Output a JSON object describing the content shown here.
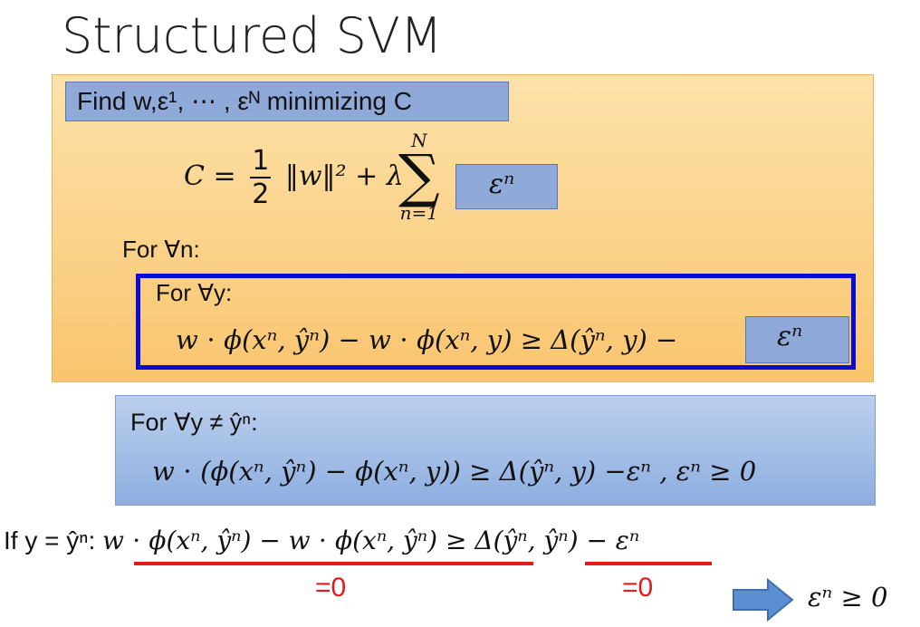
{
  "title": "Structured SVM",
  "find_box": {
    "text": "Find w,ε¹, ⋯ , εᴺ minimizing C"
  },
  "objective": {
    "lhs": "C =",
    "frac_num": "1",
    "frac_den": "2",
    "middle": "‖w‖² + λ",
    "sum_top": "N",
    "sum_symbol": "∑",
    "sum_bottom": "n=1",
    "eps_term": "εⁿ"
  },
  "for_all_n": "For ∀n:",
  "constraint_box": {
    "for_all_y": "For ∀y:",
    "inequality": "w ⋅ ϕ(xⁿ, ŷⁿ) − w ⋅ ϕ(xⁿ, y) ≥ Δ(ŷⁿ, y) −",
    "eps_term": "εⁿ"
  },
  "rewritten": {
    "for_all": "For ∀y ≠ ŷⁿ:",
    "inequality": "w ⋅ (ϕ(xⁿ, ŷⁿ) − ϕ(xⁿ, y)) ≥ Δ(ŷⁿ, y) −εⁿ ,  εⁿ ≥ 0"
  },
  "case_line": {
    "prefix": "If y = ŷⁿ:",
    "part1": "w ⋅ ϕ(xⁿ, ŷⁿ) − w ⋅ ϕ(xⁿ, ŷⁿ)",
    "geq": " ≥ ",
    "part2": "Δ(ŷⁿ, ŷⁿ)",
    "suffix": " − εⁿ"
  },
  "annotations": {
    "zero_left": "=0",
    "zero_right": "=0"
  },
  "result": "εⁿ ≥ 0",
  "colors": {
    "orange_panel": "#f9c56f",
    "blue_box": "#8fa9d8",
    "frame": "#0b0bd6",
    "blue_panel": "#a6bfe7",
    "underline": "#e21b1b",
    "arrow": "#5b8fd1"
  },
  "icons": {
    "arrow": "right-arrow-icon"
  }
}
